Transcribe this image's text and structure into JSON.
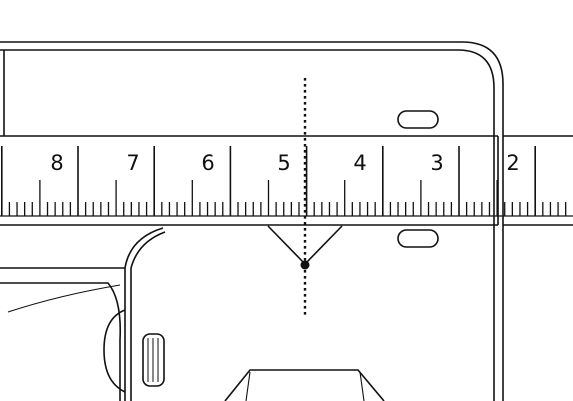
{
  "ruler": {
    "labels": [
      "8",
      "7",
      "6",
      "5",
      "4",
      "3",
      "2"
    ]
  },
  "colors": {
    "line": "#111111",
    "background": "#ffffff"
  }
}
